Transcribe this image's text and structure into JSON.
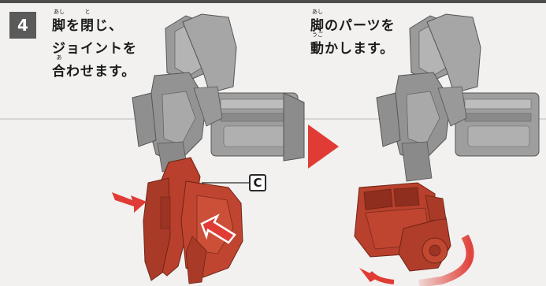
{
  "step": {
    "number": "4"
  },
  "left_instruction": {
    "line1": {
      "kanji": "脚",
      "furigana": "あし",
      "text_a": "を",
      "kanji2": "閉",
      "furigana2": "と",
      "text_b": "じ、"
    },
    "line2": "ジョイントを",
    "line3": {
      "kanji": "合",
      "furigana": "あ",
      "text": "わせます。"
    }
  },
  "right_instruction": {
    "line1": {
      "kanji": "脚",
      "furigana": "あし",
      "text": "のパーツを"
    },
    "line2": {
      "kanji": "動",
      "furigana": "うご",
      "text": "かします。"
    }
  },
  "part_label": "C",
  "colors": {
    "arrow_red": "#e03b35",
    "leg_red": "#b8402c",
    "robot_gray": "#8e8e8e",
    "badge_gray": "#5a5a5a"
  },
  "icons": [
    "step-number-badge",
    "push-arrow-icon",
    "next-step-arrow-icon",
    "rotate-arrow-icon",
    "part-callout-icon"
  ]
}
